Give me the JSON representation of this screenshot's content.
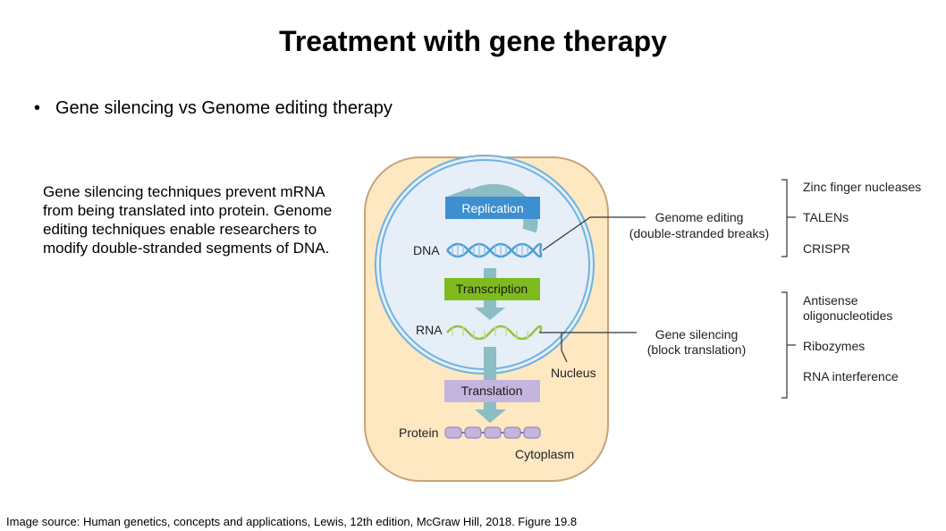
{
  "slide": {
    "title": "Treatment with gene therapy",
    "bullet": "Gene silencing vs Genome editing therapy",
    "description": "Gene silencing techniques prevent mRNA from being translated into protein. Genome editing techniques enable researchers to modify double-stranded segments of DNA.",
    "source": "Image source: Human genetics, concepts and applications, Lewis, 12th edition, McGraw Hill, 2018. Figure 19.8"
  },
  "diagram": {
    "steps": {
      "replication": "Replication",
      "transcription": "Transcription",
      "translation": "Translation"
    },
    "molecules": {
      "dna": "DNA",
      "rna": "RNA",
      "protein": "Protein"
    },
    "compartments": {
      "nucleus": "Nucleus",
      "cytoplasm": "Cytoplasm"
    },
    "genome_editing": {
      "line1": "Genome editing",
      "line2": "(double-stranded breaks)",
      "methods": [
        "Zinc finger nucleases",
        "TALENs",
        "CRISPR"
      ]
    },
    "gene_silencing": {
      "line1": "Gene silencing",
      "line2": "(block translation)",
      "methods_line1": "Antisense",
      "methods_line1b": "oligonucleotides",
      "methods_2": "Ribozymes",
      "methods_3": "RNA interference"
    },
    "colors": {
      "cell_fill": "#fde8c2",
      "cell_stroke": "#c9a27a",
      "nucleus_fill": "#e6eef8",
      "nucleus_stroke": "#6fb3e0",
      "replication_box": "#3d8fcf",
      "transcription_box": "#7dbb1e",
      "translation_box": "#c4b5de",
      "arrow": "#8cbcc4",
      "dna": "#4da0d8",
      "rna": "#94c43c",
      "protein": "#c4b5de"
    }
  }
}
